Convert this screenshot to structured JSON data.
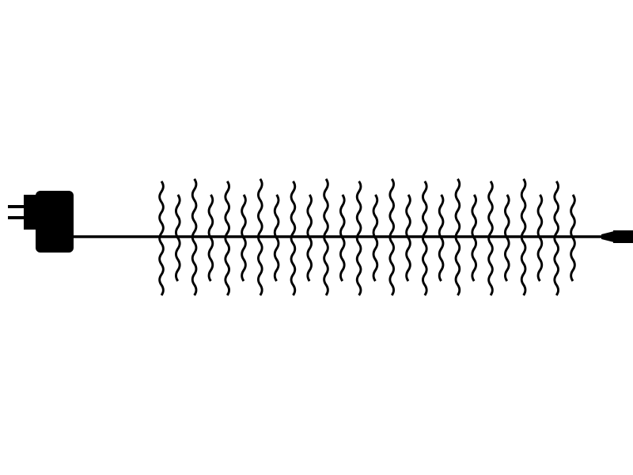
{
  "diagram": {
    "subject": "",
    "colors": {
      "background": "#ffffff",
      "ink": "#000000"
    },
    "components": {
      "plug_icon": "power-adapter-plug",
      "cable_icon": "power-cable",
      "connector_icon": "end-connector",
      "strand_icon": "hanging-light-strand"
    },
    "strand_count": 26
  }
}
